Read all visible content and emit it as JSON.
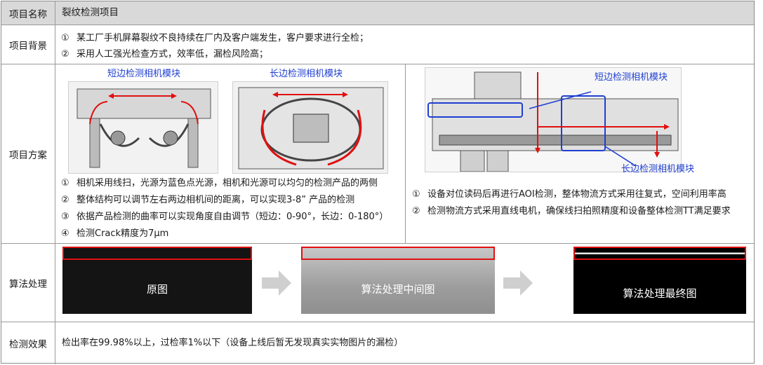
{
  "table": {
    "header": {
      "label": "项目名称",
      "value": "裂纹检测项目"
    },
    "background": {
      "label": "项目背景",
      "items": [
        {
          "num": "①",
          "text": "某工厂手机屏幕裂纹不良持续在厂内及客户端发生，客户要求进行全检；"
        },
        {
          "num": "②",
          "text": "采用人工强光检查方式，效率低，漏检风险高；"
        }
      ]
    },
    "plan": {
      "label": "项目方案",
      "left": {
        "caption_short": "短边检测相机模块",
        "caption_long": "长边检测相机模块",
        "items": [
          {
            "num": "①",
            "text": "相机采用线扫，光源为蓝色点光源，相机和光源可以均匀的检测产品的两侧"
          },
          {
            "num": "②",
            "text": "整体结构可以调节左右两边相机间的距离，可以实现3-8” 产品的检测"
          },
          {
            "num": "③",
            "text": "依据产品检测的曲率可以实现角度自由调节（短边：0-90°，长边：0-180°）"
          },
          {
            "num": "④",
            "text": "检测Crack精度为7μm"
          }
        ]
      },
      "right": {
        "caption_short": "短边检测相机模块",
        "caption_long": "长边检测相机模块",
        "items": [
          {
            "num": "①",
            "text": "设备对位读码后再进行AOI检测，整体物流方式采用往复式，空间利用率高"
          },
          {
            "num": "②",
            "text": "检测物流方式采用直线电机，确保线扫拍照精度和设备整体检测TT满足要求"
          }
        ]
      }
    },
    "algorithm": {
      "label": "算法处理",
      "images": [
        {
          "caption": "原图"
        },
        {
          "caption": "算法处理中间图"
        },
        {
          "caption": "算法处理最终图"
        }
      ]
    },
    "result": {
      "label": "检测效果",
      "text": "检出率在99.98%以上，过检率1%以下（设备上线后暂无发现真实实物图片的漏检）"
    }
  },
  "colors": {
    "accent_red": "#e01010",
    "caption_blue": "#1f3fd1",
    "header_bg": "#d9d9d9"
  }
}
